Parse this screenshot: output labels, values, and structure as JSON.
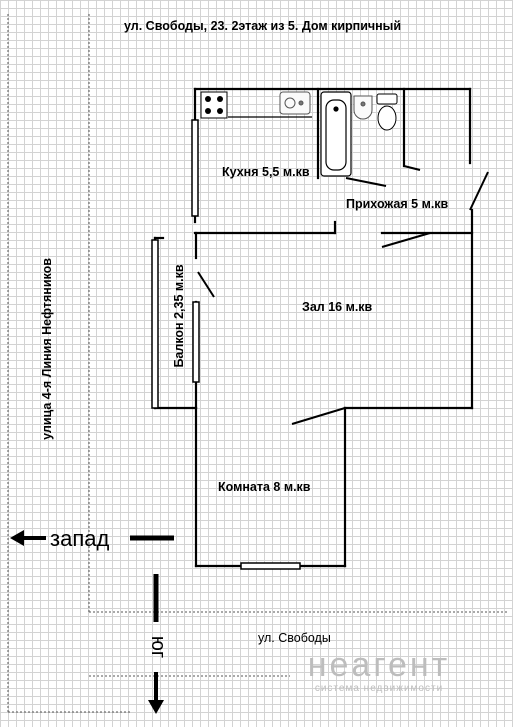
{
  "header": {
    "address": "ул. Свободы, 23.  2этаж из 5. Дом кирпичный"
  },
  "rooms": {
    "kitchen": "Кухня 5,5 м.кв",
    "hallway": "Прихожая 5 м.кв",
    "hall": "Зал 16 м.кв",
    "balcony": "Балкон 2,35 м.кв",
    "room": "Комната 8 м.кв"
  },
  "streets": {
    "west": "улица 4-я Линия Нефтяников",
    "south": "ул. Свободы"
  },
  "directions": {
    "west": "запад",
    "south": "юг"
  },
  "watermark": {
    "logo": "неагент",
    "sub": "система недвижимости"
  },
  "colors": {
    "walls": "#000000",
    "grid": "#d3d3d3",
    "watermark": "#bdbdbd"
  },
  "icons": [
    "stove-icon",
    "sink-icon",
    "bathtub-icon",
    "toilet-icon",
    "washbasin-icon",
    "arrow-left-icon",
    "arrow-down-icon"
  ]
}
